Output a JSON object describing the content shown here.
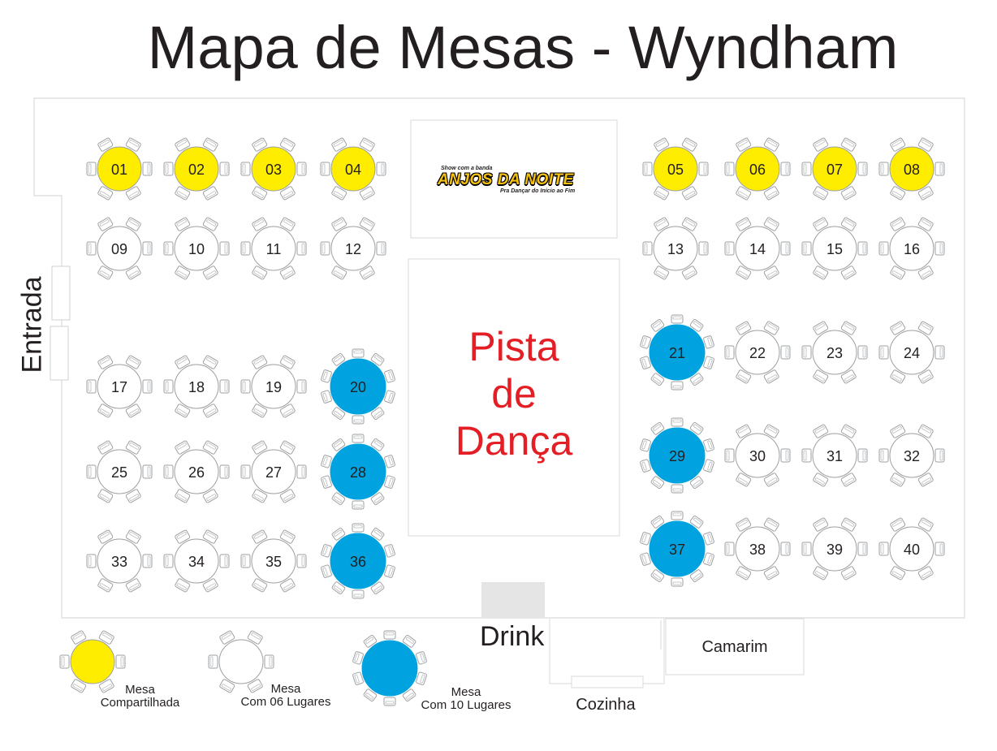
{
  "title": "Mapa de Mesas - Wyndham",
  "labels": {
    "entrada": "Entrada",
    "pista_1": "Pista",
    "pista_2": "de",
    "pista_3": "Dança",
    "drink": "Drink",
    "camarim": "Camarim",
    "cozinha": "Cozinha"
  },
  "banner": {
    "top_line": "Show com a banda",
    "band_name": "ANJOS DA NOITE",
    "tagline": "Pra Dançar do Início ao Fim"
  },
  "colors": {
    "shared": "#ffed00",
    "six": "#ffffff",
    "ten": "#00a3e0",
    "text": "#231f20",
    "pista": "#e31e24",
    "drink_bar": "#e5e5e6"
  },
  "legend": [
    {
      "type": "shared",
      "line1": "Mesa",
      "line2": "Compartilhada"
    },
    {
      "type": "six",
      "line1": "Mesa",
      "line2": "Com 06 Lugares"
    },
    {
      "type": "ten",
      "line1": "Mesa",
      "line2": "Com 10 Lugares"
    }
  ],
  "tables": [
    {
      "num": "01",
      "type": "shared"
    },
    {
      "num": "02",
      "type": "shared"
    },
    {
      "num": "03",
      "type": "shared"
    },
    {
      "num": "04",
      "type": "shared"
    },
    {
      "num": "05",
      "type": "shared"
    },
    {
      "num": "06",
      "type": "shared"
    },
    {
      "num": "07",
      "type": "shared"
    },
    {
      "num": "08",
      "type": "shared"
    },
    {
      "num": "09",
      "type": "six"
    },
    {
      "num": "10",
      "type": "six"
    },
    {
      "num": "11",
      "type": "six"
    },
    {
      "num": "12",
      "type": "six"
    },
    {
      "num": "13",
      "type": "six"
    },
    {
      "num": "14",
      "type": "six"
    },
    {
      "num": "15",
      "type": "six"
    },
    {
      "num": "16",
      "type": "six"
    },
    {
      "num": "17",
      "type": "six"
    },
    {
      "num": "18",
      "type": "six"
    },
    {
      "num": "19",
      "type": "six"
    },
    {
      "num": "20",
      "type": "ten"
    },
    {
      "num": "21",
      "type": "ten"
    },
    {
      "num": "22",
      "type": "six"
    },
    {
      "num": "23",
      "type": "six"
    },
    {
      "num": "24",
      "type": "six"
    },
    {
      "num": "25",
      "type": "six"
    },
    {
      "num": "26",
      "type": "six"
    },
    {
      "num": "27",
      "type": "six"
    },
    {
      "num": "28",
      "type": "ten"
    },
    {
      "num": "29",
      "type": "ten"
    },
    {
      "num": "30",
      "type": "six"
    },
    {
      "num": "31",
      "type": "six"
    },
    {
      "num": "32",
      "type": "six"
    },
    {
      "num": "33",
      "type": "six"
    },
    {
      "num": "34",
      "type": "six"
    },
    {
      "num": "35",
      "type": "six"
    },
    {
      "num": "36",
      "type": "ten"
    },
    {
      "num": "37",
      "type": "ten"
    },
    {
      "num": "38",
      "type": "six"
    },
    {
      "num": "39",
      "type": "six"
    },
    {
      "num": "40",
      "type": "six"
    }
  ]
}
